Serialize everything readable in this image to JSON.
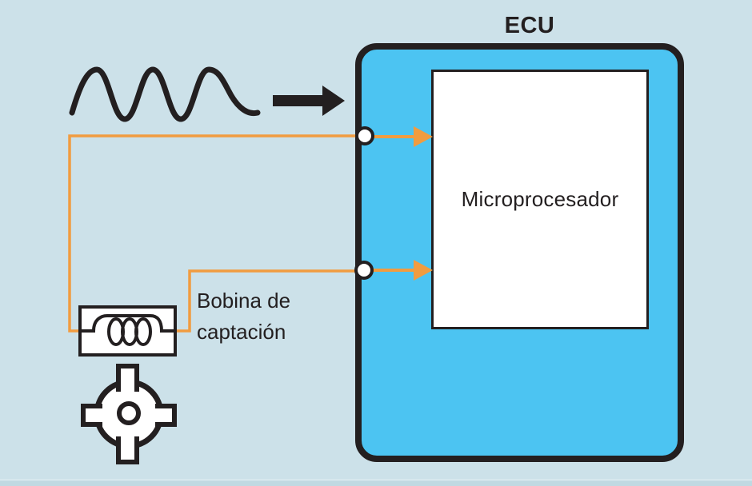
{
  "diagram": {
    "ecu": {
      "label": "ECU"
    },
    "microprocessor": {
      "label": "Microprocesador"
    },
    "pickup_coil": {
      "label": "Bobina de\ncaptación"
    },
    "icons": {
      "sine_wave": "sine-wave-signal",
      "signal_arrow": "right-black-arrow",
      "coil_symbol": "inductor-coil-in-box",
      "reluctor_wheel": "reluctor-trigger-wheel",
      "terminal_dots": "white-terminal-dots",
      "input_arrows": "orange-input-arrows"
    },
    "colors": {
      "background": "#CCE1E9",
      "footer_strip": "#C0D9E2",
      "ecu_fill": "#4CC4F2",
      "outline": "#231F20",
      "wire_orange": "#F19C40",
      "box_fill": "#FFFFFF"
    }
  }
}
